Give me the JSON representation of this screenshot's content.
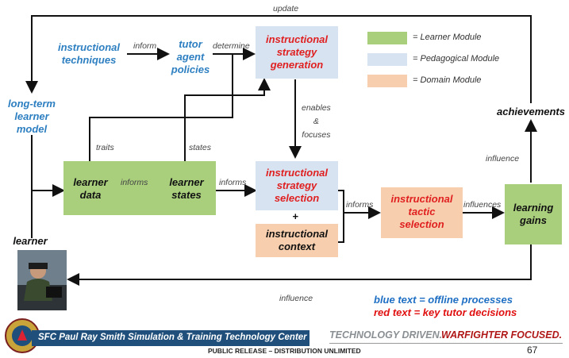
{
  "diagram": {
    "edges": {
      "update": "update",
      "inform": "inform",
      "determine": "determine",
      "enables_focuses": "enables\n&\nfocuses",
      "traits": "traits",
      "states": "states",
      "informs_a": "informs",
      "informs_b": "informs",
      "informs_c": "informs",
      "influences": "influences",
      "influence_up": "influence",
      "influence_bottom": "influence"
    },
    "nodes": {
      "instructional_techniques": "instructional\ntechniques",
      "tutor_agent_policies": "tutor\nagent\npolicies",
      "instructional_strategy_generation": "instructional\nstrategy\ngeneration",
      "long_term_learner_model": "long-term\nlearner\nmodel",
      "learner_data": "learner\ndata",
      "learner_states": "learner\nstates",
      "instructional_strategy_selection": "instructional\nstrategy\nselection",
      "plus": "+",
      "instructional_context": "instructional\ncontext",
      "instructional_tactic_selection": "instructional\ntactic\nselection",
      "learning_gains": "learning\ngains",
      "achievements": "achievements",
      "learner": "learner"
    },
    "legend": [
      {
        "label": "= Learner Module",
        "color": "#a9cf7d"
      },
      {
        "label": "= Pedagogical Module",
        "color": "#d7e3f1"
      },
      {
        "label": "= Domain Module",
        "color": "#f7cfae"
      }
    ],
    "key": {
      "blue": "blue text = offline processes",
      "red": "red text = key tutor decisions"
    }
  },
  "footer": {
    "center_name": "SFC Paul Ray Smith Simulation & Training Technology Center",
    "slogan_part1": "TECHNOLOGY DRIVEN.",
    "slogan_part2": "WARFIGHTER FOCUSED.",
    "release": "PUBLIC RELEASE – DISTRIBUTION UNLIMITED",
    "page_number": "67"
  }
}
